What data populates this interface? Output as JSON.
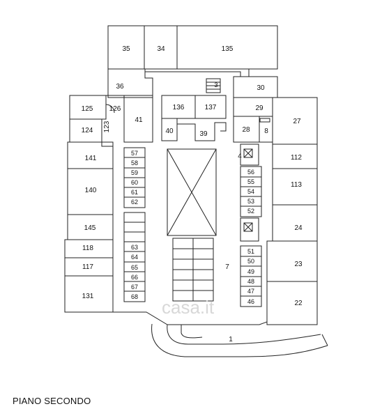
{
  "caption": "PIANO SECONDO",
  "watermark": "casa.it",
  "colors": {
    "line": "#222222",
    "background": "#ffffff",
    "watermark": "#d8d8d8"
  },
  "rooms": [
    "35",
    "34",
    "135",
    "36",
    "3",
    "30",
    "136",
    "137",
    "125",
    "126",
    "41",
    "29",
    "27",
    "124",
    "123",
    "40",
    "39",
    "28",
    "8",
    "141",
    "4",
    "112",
    "140",
    "113",
    "145",
    "24",
    "118",
    "7",
    "23",
    "117",
    "131",
    "22",
    "1"
  ],
  "stalls_left": [
    "57",
    "58",
    "59",
    "60",
    "61",
    "62"
  ],
  "stalls_left_lower": [
    "63",
    "64",
    "65",
    "66",
    "67",
    "68"
  ],
  "stalls_right_upper": [
    "56",
    "55",
    "54",
    "53",
    "52"
  ],
  "stalls_right_lower": [
    "51",
    "50",
    "49",
    "48",
    "47",
    "46"
  ]
}
